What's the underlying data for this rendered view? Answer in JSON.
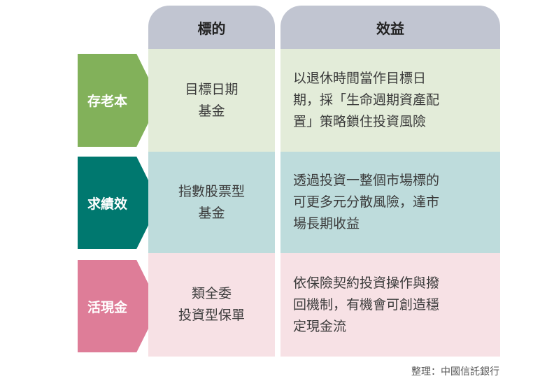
{
  "headers": {
    "target": "標的",
    "benefit": "效益"
  },
  "rows": [
    {
      "label": "存老本",
      "label_color": "#82b15a",
      "bg": "#e3ecd9",
      "target": "目標日期\n基金",
      "benefit": "以退休時間當作目標日\n期，採「生命週期資產配\n置」策略鎖住投資風險"
    },
    {
      "label": "求績效",
      "label_color": "#00786f",
      "bg": "#bedcdc",
      "target": "指數股票型\n基金",
      "benefit": "透過投資一整個市場標的\n可更多元分散風險，達市\n場長期收益"
    },
    {
      "label": "活現金",
      "label_color": "#de7d98",
      "bg": "#f7e1e5",
      "target": "類全委\n投資型保單",
      "benefit": "依保險契約投資操作與撥\n回機制，有機會可創造穩\n定現金流"
    }
  ],
  "footer": "整理：中國信託銀行"
}
